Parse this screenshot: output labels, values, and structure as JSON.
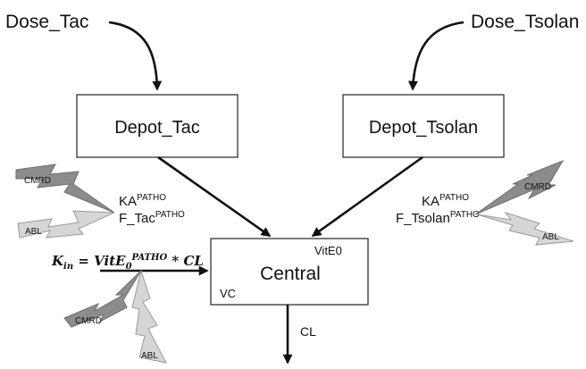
{
  "inputs": {
    "dose_tac": "Dose_Tac",
    "dose_tsolan": "Dose_Tsolan"
  },
  "compartments": {
    "depot_tac": "Depot_Tac",
    "depot_tsolan": "Depot_Tsolan",
    "central": "Central",
    "central_vite0": "VitE0",
    "central_vc": "VC"
  },
  "elimination": {
    "cl": "CL"
  },
  "left_params": {
    "ka": "KA",
    "ka_sup": "PATHO",
    "f": "F_Tac",
    "f_sup": "PATHO"
  },
  "right_params": {
    "ka": "KA",
    "ka_sup": "PATHO",
    "f": "F_Tsolan",
    "f_sup": "PATHO"
  },
  "formula": {
    "k": "K",
    "k_sub": "in",
    "eq": " = ",
    "vite": "VitE",
    "vite_sub": "0",
    "vite_sup": "PATHO",
    "mult": " * CL"
  },
  "covariates": {
    "cmrd": "CMRD",
    "abl": "ABL"
  },
  "colors": {
    "bolt_dark": "#8c8c8c",
    "bolt_light": "#d6d6d6",
    "line": "#111111"
  }
}
